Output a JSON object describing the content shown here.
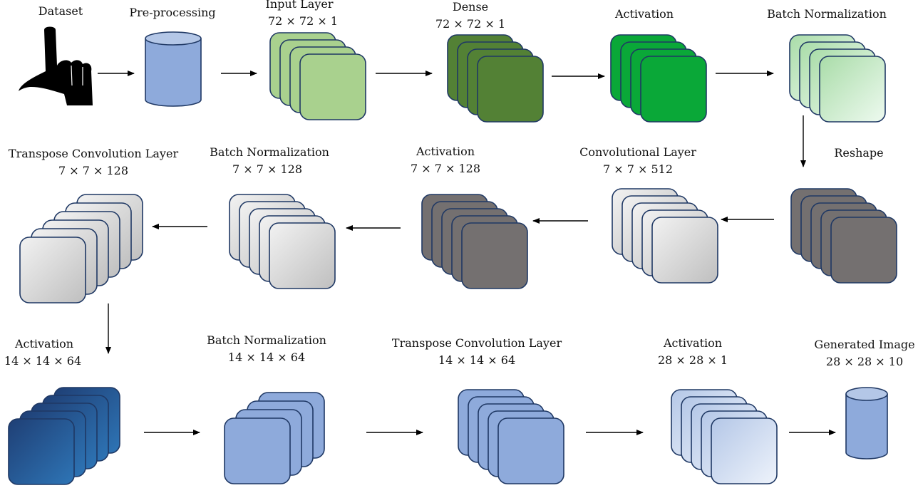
{
  "colors": {
    "lightGreen": "#a9d18e",
    "darkGreen": "#538135",
    "brightGreen": "#0aa838",
    "gradGreenStart": "#a9dca8",
    "gradGreenEnd": "#eefaf0",
    "darkGray": "#747070",
    "lightGrayStart": "#f2f2f2",
    "lightGrayEnd": "#bfbfbf",
    "midBlue": "#8eaadb",
    "darkBlueStart": "#1f3f75",
    "darkBlueEnd": "#2e75b6",
    "paleBlueStart": "#b4c7e7",
    "paleBlueEnd": "#eef3fb",
    "stroke": "#1f3864"
  },
  "stages": [
    {
      "id": "dataset",
      "name": "Dataset",
      "dims": "",
      "icon": "hand-gesture-icon"
    },
    {
      "id": "preprocessing",
      "name": "Pre-processing",
      "dims": "",
      "icon": "database-icon"
    },
    {
      "id": "input",
      "name": "Input Layer",
      "dims": "72 × 72 × 1"
    },
    {
      "id": "dense",
      "name": "Dense",
      "dims": "72 × 72 × 1"
    },
    {
      "id": "act1",
      "name": "Activation",
      "dims": ""
    },
    {
      "id": "bn1",
      "name": "Batch Normalization",
      "dims": ""
    },
    {
      "id": "reshape",
      "name": "Reshape",
      "dims": ""
    },
    {
      "id": "conv",
      "name": "Convolutional Layer",
      "dims": "7 × 7 × 512"
    },
    {
      "id": "act2",
      "name": "Activation",
      "dims": "7 × 7 × 128"
    },
    {
      "id": "bn2",
      "name": "Batch Normalization",
      "dims": "7 × 7 × 128"
    },
    {
      "id": "tconv1",
      "name": "Transpose Convolution Layer",
      "dims": "7 × 7 × 128"
    },
    {
      "id": "act3",
      "name": "Activation",
      "dims": "14 × 14 × 64"
    },
    {
      "id": "bn3",
      "name": "Batch Normalization",
      "dims": "14 × 14 × 64"
    },
    {
      "id": "tconv2",
      "name": "Transpose Convolution Layer",
      "dims": "14 × 14 × 64"
    },
    {
      "id": "act4",
      "name": "Activation",
      "dims": "28 × 28 × 1"
    },
    {
      "id": "output",
      "name": "Generated Image",
      "dims": "28 × 28 × 10",
      "icon": "database-icon"
    }
  ]
}
